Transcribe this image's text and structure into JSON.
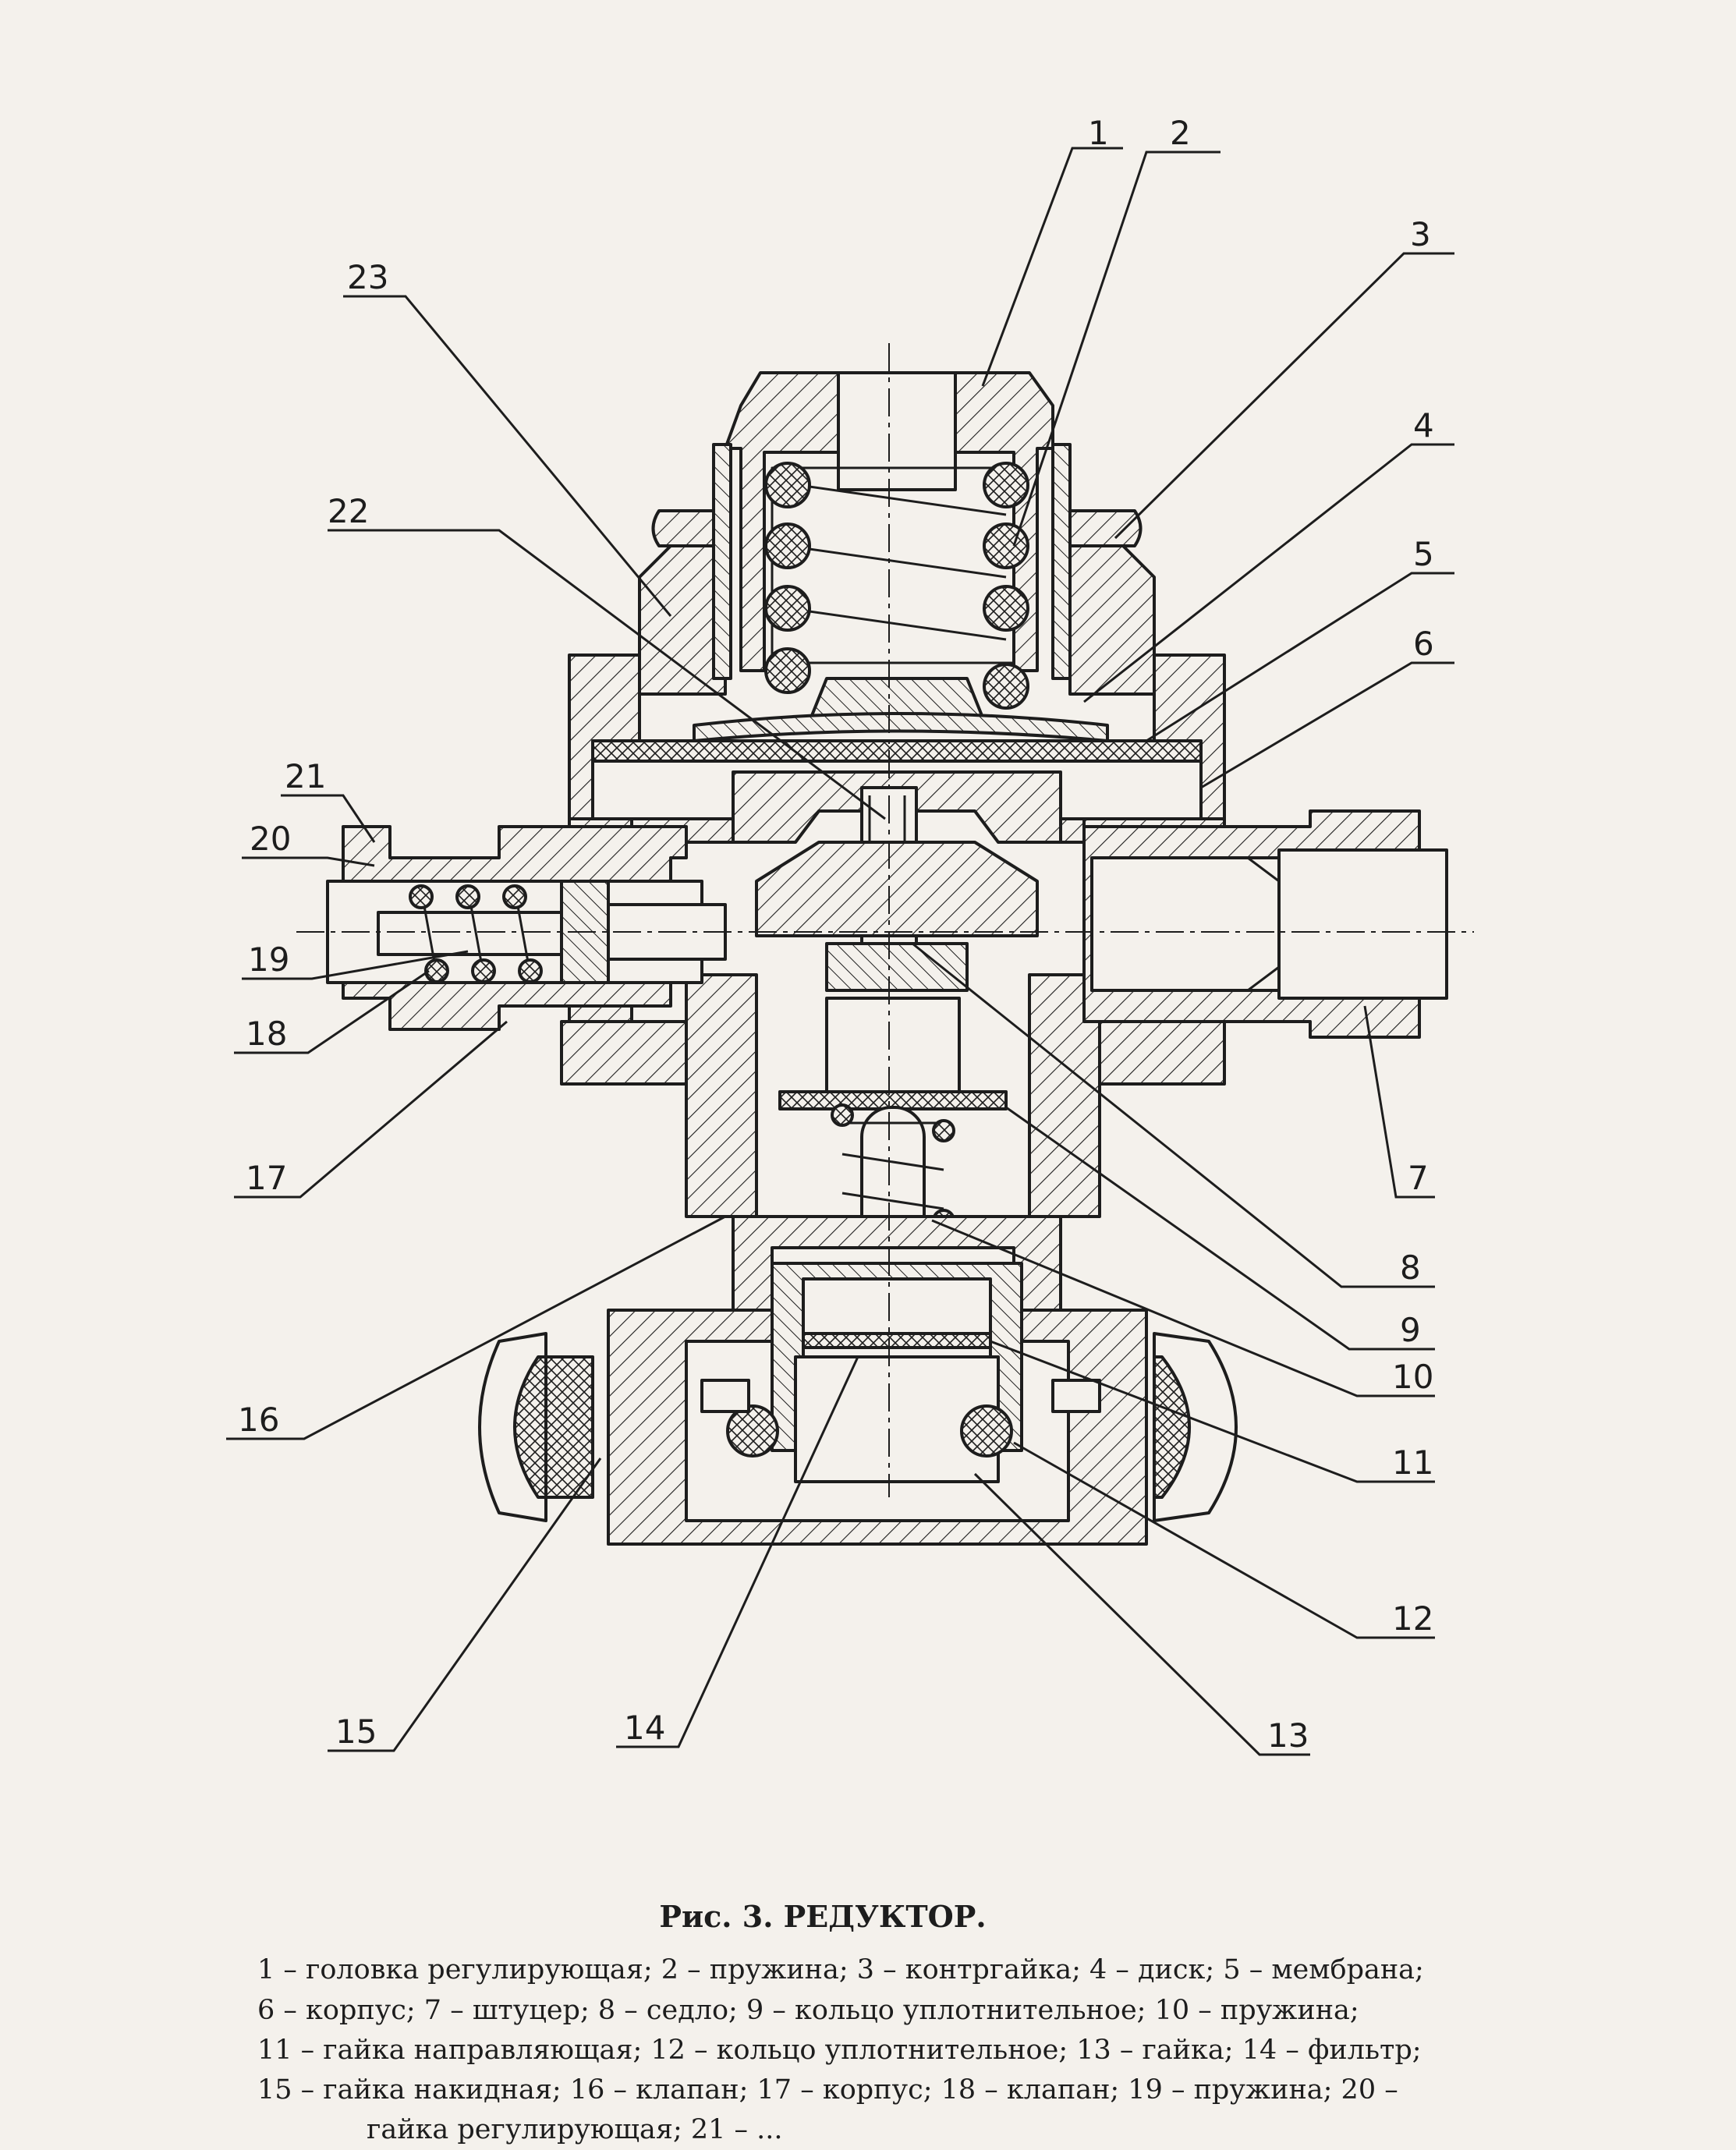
{
  "figure": {
    "caption_title": "Рис. 3. РЕДУКТОР.",
    "legend_lines": [
      "1 – головка регулирующая; 2 – пружина; 3 – контргайка; 4 – диск; 5 – мембрана;",
      "6 – корпус; 7 – штуцер; 8 – седло; 9 – кольцо уплотнительное; 10 – пружина;",
      "11 – гайка направляющая; 12 – кольцо уплотнительное; 13 – гайка; 14 – фильтр;",
      "15 – гайка накидная; 16 – клапан; 17 – корпус; 18 – клапан; 19 – пружина; 20 –",
      "гайка регулирующая; 21 – ..."
    ]
  },
  "callouts": [
    "1",
    "2",
    "3",
    "4",
    "5",
    "6",
    "7",
    "8",
    "9",
    "10",
    "11",
    "12",
    "13",
    "14",
    "15",
    "16",
    "17",
    "18",
    "19",
    "20",
    "21",
    "22",
    "23"
  ],
  "colors": {
    "ink": "#1d1d1d",
    "paper": "#f4f1ec"
  }
}
